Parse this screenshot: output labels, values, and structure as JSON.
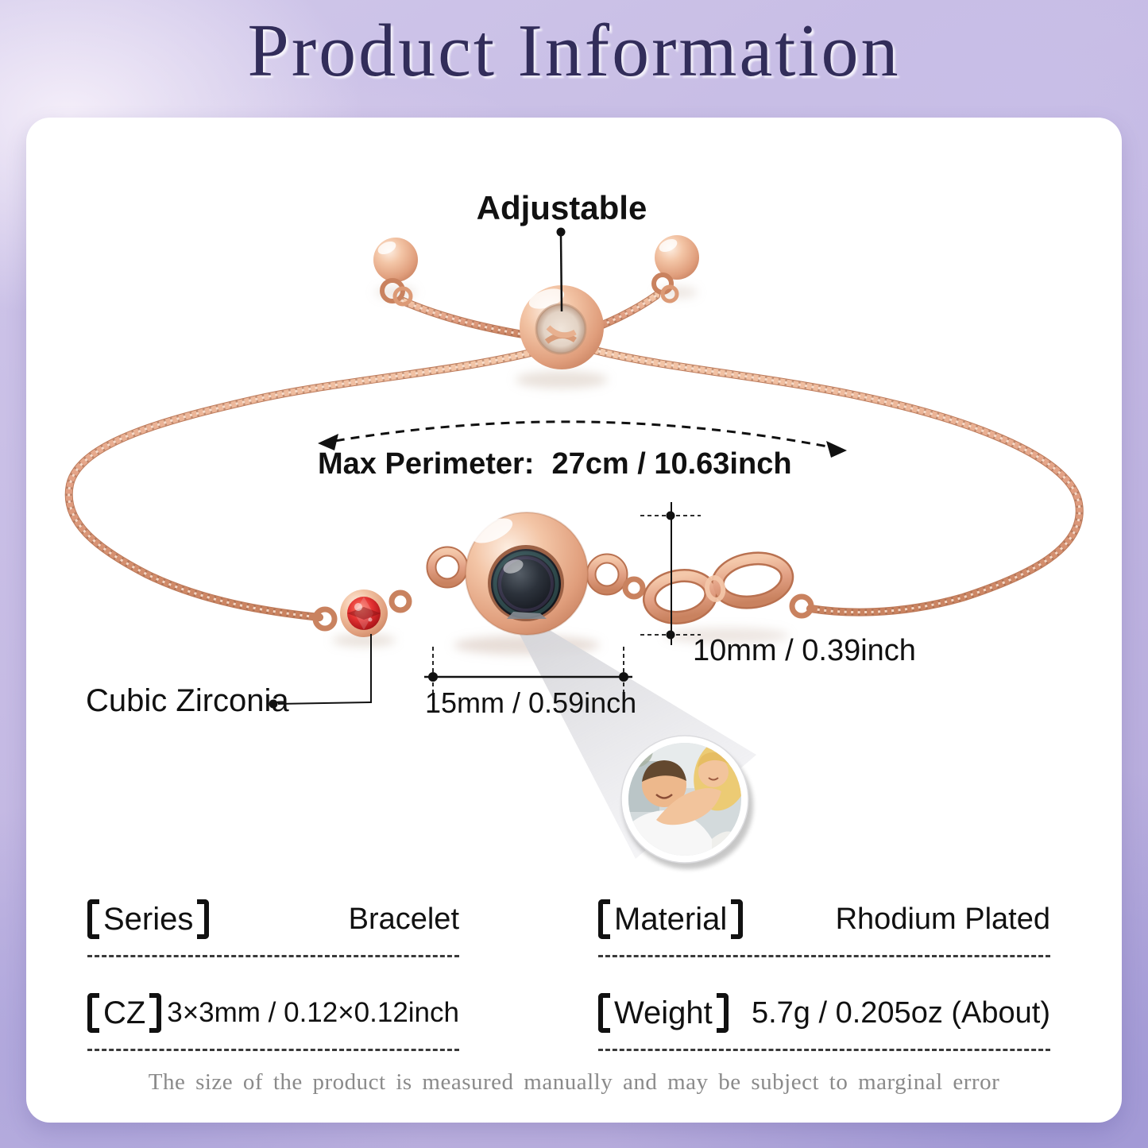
{
  "header": {
    "title": "Product Information"
  },
  "product": {
    "annotations": {
      "adjustable": "Adjustable",
      "max_perimeter_label": "Max Perimeter:",
      "max_perimeter_value": "27cm / 10.63inch",
      "max_perimeter_raw": "Max Perimeter：27cm / 10.63inch",
      "charm_height": "10mm / 0.39inch",
      "charm_width": "15mm / 0.59inch",
      "stone_label": "Cubic Zirconia"
    }
  },
  "specs": {
    "rows": [
      {
        "label": "Series",
        "label_raw": "【Series】",
        "value": "Bracelet"
      },
      {
        "label": "Material",
        "label_raw": "【Material】",
        "value": "Rhodium Plated"
      },
      {
        "label": "CZ",
        "label_raw": "【CZ】",
        "value": "3×3mm / 0.12×0.12inch"
      },
      {
        "label": "Weight",
        "label_raw": "【Weight】",
        "value": "5.7g / 0.205oz (About)",
        "value_raw": "5.7g / 0.205oz（About）"
      }
    ]
  },
  "footer": {
    "disclaimer": "The size of the product is measured manually and may be subject to marginal error"
  },
  "colors": {
    "rose_gold": "#e0a184",
    "cz_red": "#c8281e",
    "title_ink": "#322d5a",
    "background_lavender": "#c4b9e3",
    "card_white": "#ffffff"
  }
}
